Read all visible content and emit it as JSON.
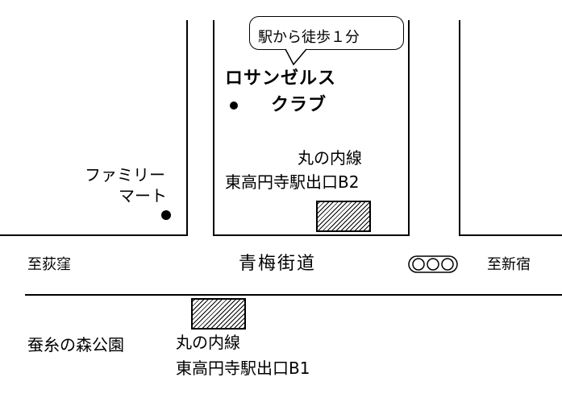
{
  "map": {
    "callout": "駅から徒歩１分",
    "venue": {
      "line1": "ロサンゼルス",
      "line2": "クラブ"
    },
    "exit_b2": {
      "line": "丸の内線",
      "station_exit": "東高円寺駅出口B2"
    },
    "exit_b1": {
      "line": "丸の内線",
      "station_exit": "東高円寺駅出口B1"
    },
    "convenience_store": {
      "line1": "ファミリー",
      "line2": "マート"
    },
    "road": {
      "name": "青梅街道",
      "west": "至荻窪",
      "east": "至新宿"
    },
    "park": "蚕糸の森公園",
    "icons": {
      "traffic_signal": "traffic-light-icon",
      "venue_marker": "bullet-dot-icon",
      "store_marker": "location-dot-icon",
      "exit_marker": "hatched-exit-icon"
    }
  }
}
